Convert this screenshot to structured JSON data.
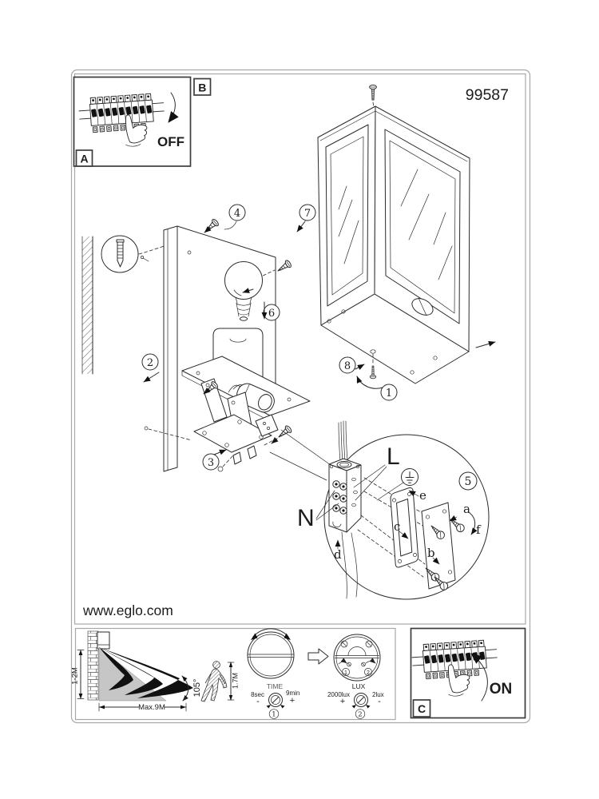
{
  "page": {
    "model": "99587",
    "website": "www.eglo.com"
  },
  "panel_a": {
    "label": "A",
    "switch_action": "OFF"
  },
  "panel_b": {
    "label": "B"
  },
  "panel_c": {
    "label": "C",
    "switch_action": "ON"
  },
  "steps": {
    "s1": "1",
    "s2": "2",
    "s3": "3",
    "s4": "4",
    "s5": "5",
    "s6": "6",
    "s7": "7",
    "s8": "8"
  },
  "wiring_detail": {
    "live": "L",
    "neutral": "N",
    "step": "5",
    "parts": {
      "a": "a",
      "b": "b",
      "c": "c",
      "d": "d",
      "e": "e",
      "f": "f"
    }
  },
  "sensor_range": {
    "mount_height": "1-2M",
    "max_reach": "Max.9M",
    "angle": "105°",
    "person_height": "1.7M"
  },
  "adjustments": {
    "time": {
      "label": "TIME",
      "min_value": "8sec",
      "min_sign": "-",
      "max_value": "9min",
      "max_sign": "+",
      "index": "1"
    },
    "lux": {
      "label": "LUX",
      "day_value": "2000lux",
      "day_sign": "+",
      "night_value": "2lux",
      "night_sign": "-",
      "index": "2"
    },
    "head_marks": {
      "one": "1",
      "two": "2"
    }
  },
  "colors": {
    "ink": "#2b2b2b",
    "beam": "#0d0d0d",
    "beam_shadow": "#c6c6c6",
    "border": "#a8a8a8"
  }
}
